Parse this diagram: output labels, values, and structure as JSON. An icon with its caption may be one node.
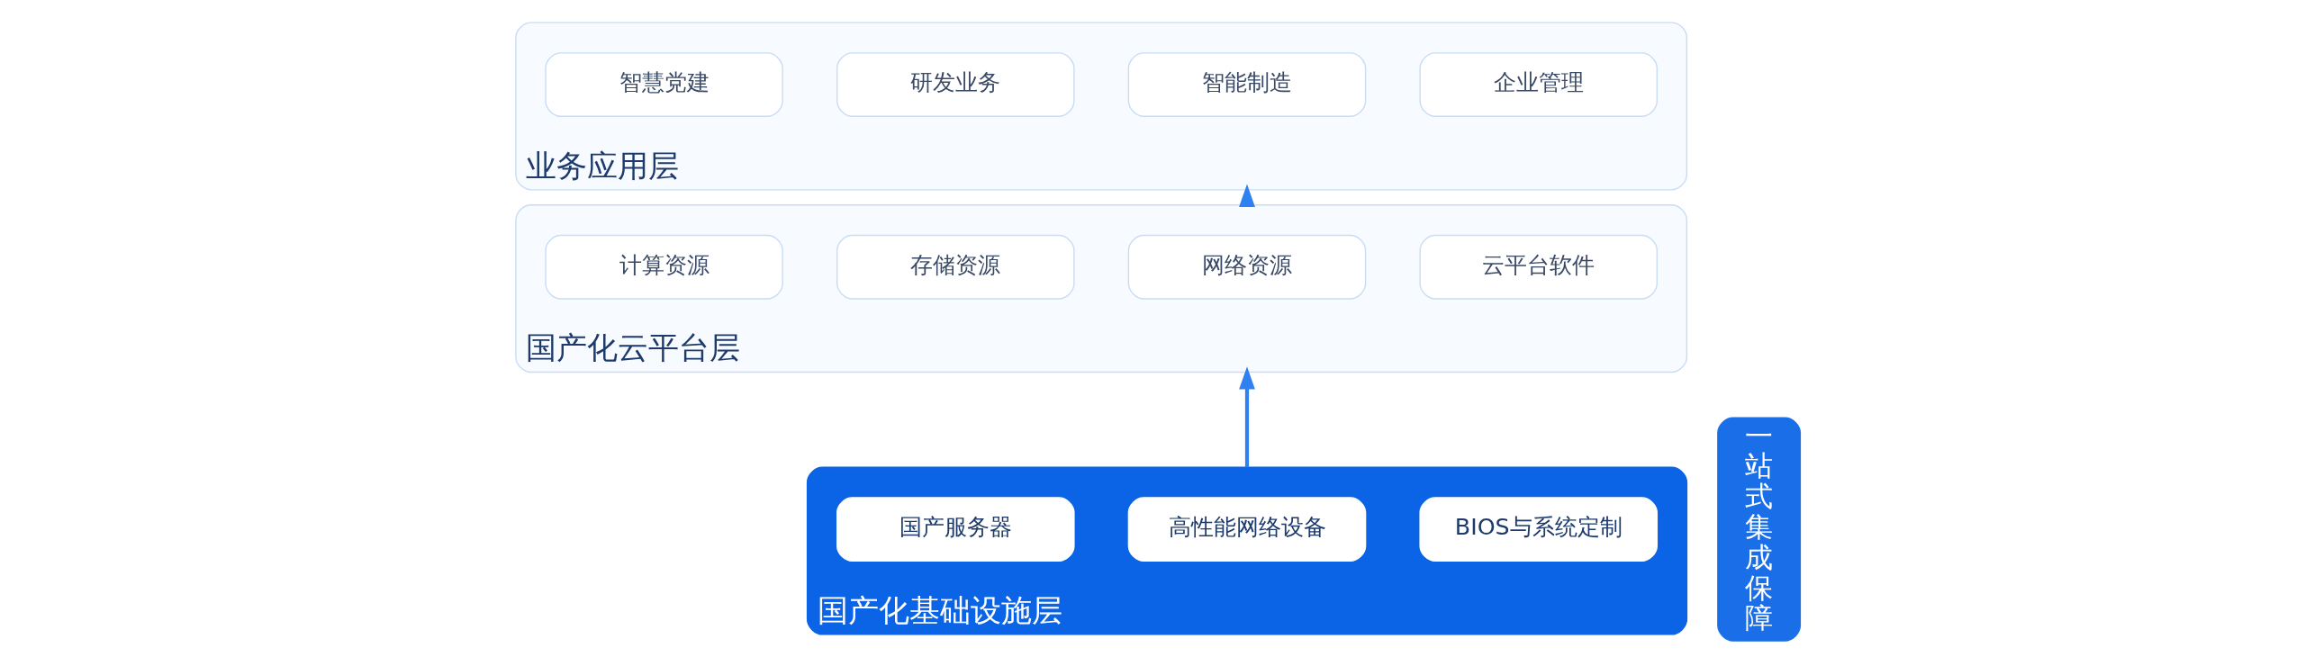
{
  "diagram": {
    "nodes": [
      {
        "text": [
          "业务应用层"
        ]
      },
      {
        "text": [
          "智慧党建"
        ],
        "in": 0
      },
      {
        "text": [
          "研发业务"
        ],
        "in": 0
      },
      {
        "text": [
          "智能制造"
        ],
        "in": 0
      },
      {
        "text": [
          "企业管理"
        ],
        "in": 0
      },
      {
        "text": [
          "国产化云平台层"
        ]
      },
      {
        "text": [
          "计算资源"
        ],
        "in": 5
      },
      {
        "text": [
          "存储资源"
        ],
        "in": 5
      },
      {
        "text": [
          "网络资源"
        ],
        "in": 5
      },
      {
        "text": [
          "云平台软件"
        ],
        "in": 5
      },
      {
        "text": [
          "国产化基础设施层"
        ]
      },
      {
        "text": [
          "国产服务器"
        ],
        "in": 10
      },
      {
        "text": [
          "高性能网络设备"
        ],
        "in": 10
      },
      {
        "text": [
          "BIOS与系统定制"
        ],
        "in": 10
      },
      {
        "text": [
          "一站式集成保障"
        ]
      }
    ],
    "edges": [
      {
        "from": 5,
        "to": 0,
        "arrow": "to"
      },
      {
        "from": 10,
        "to": 5,
        "arrow": "to"
      }
    ]
  }
}
